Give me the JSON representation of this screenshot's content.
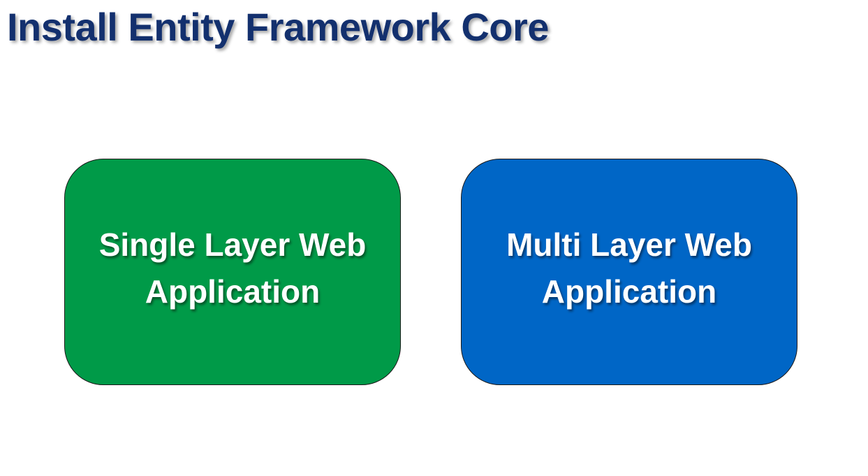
{
  "slide": {
    "title": "Install Entity Framework Core",
    "colors": {
      "title": "#13306e",
      "background": "#ffffff"
    }
  },
  "options": [
    {
      "lines": [
        "Single Layer Web",
        "Application"
      ],
      "color": "#009a48"
    },
    {
      "lines": [
        "Multi Layer Web",
        "Application"
      ],
      "color": "#0066c6"
    }
  ]
}
